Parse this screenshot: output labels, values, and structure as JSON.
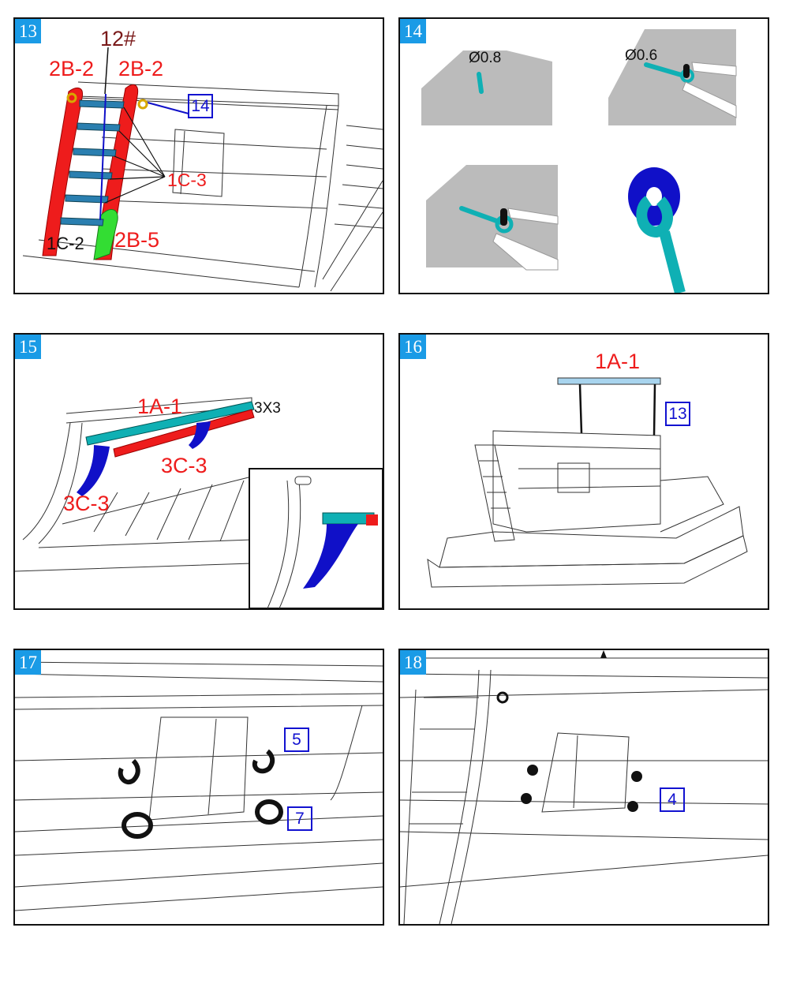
{
  "steps": [
    {
      "number": "13",
      "labels": {
        "thread": "12#",
        "rail_left": "2B-2",
        "rail_right": "2B-2",
        "ref_step": "14",
        "steps": "1C-3",
        "bottom": "1C-2",
        "side": "2B-5"
      }
    },
    {
      "number": "14",
      "labels": {
        "drill_a": "Ø0.8",
        "drill_b": "Ø0.6"
      }
    },
    {
      "number": "15",
      "labels": {
        "bench": "1A-1",
        "size": "3X3",
        "bracket_right": "3C-3",
        "bracket_left": "3C-3"
      }
    },
    {
      "number": "16",
      "labels": {
        "part": "1A-1",
        "ref_step": "13"
      }
    },
    {
      "number": "17",
      "labels": {
        "ref_a": "5",
        "ref_b": "7"
      }
    },
    {
      "number": "18",
      "labels": {
        "ref": "4"
      }
    }
  ],
  "colors": {
    "step_badge": "#1a9be6",
    "part_red": "#ee1c1c",
    "part_blue": "#1010c8",
    "part_teal": "#0fb0b4",
    "part_green": "#33dd33",
    "ref_box": "#1212d0"
  }
}
